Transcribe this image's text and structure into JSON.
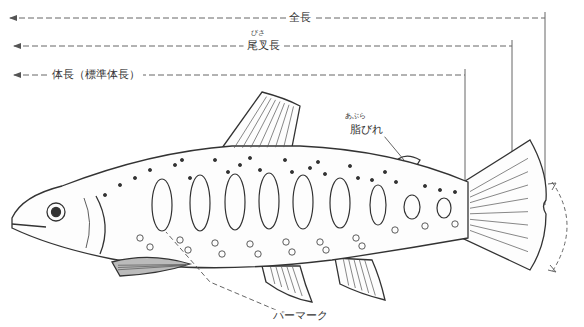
{
  "diagram": {
    "labels": [
      "全長",
      "びさ",
      "尾叉長",
      "体長（標準体長）",
      "あぶら",
      "脂びれ",
      "パーマーク"
    ]
  }
}
